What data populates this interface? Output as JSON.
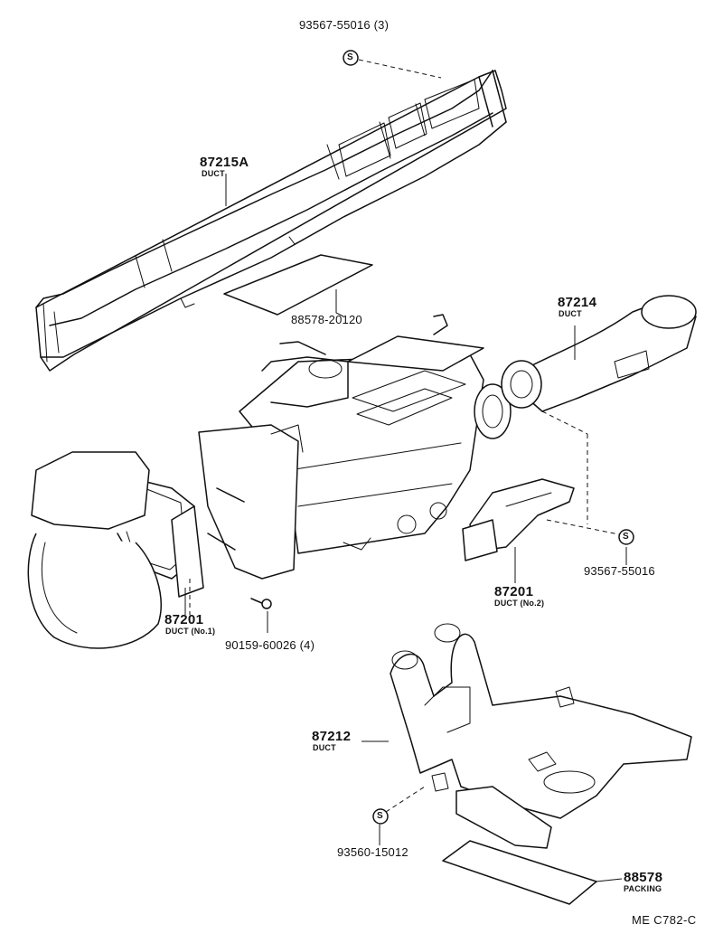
{
  "labels": {
    "screw_top": "93567-55016 (3)",
    "duct_87215a": "87215A",
    "duct_87215a_sub": "DUCT",
    "pad_88578_20120": "88578-20120",
    "duct_87214": "87214",
    "duct_87214_sub": "DUCT",
    "duct_87201_no2": "87201",
    "duct_87201_no2_sub": "DUCT (No.2)",
    "screw_right": "93567-55016",
    "duct_87201_no1": "87201",
    "duct_87201_no1_sub": "DUCT (No.1)",
    "bolt_90159": "90159-60026 (4)",
    "duct_87212": "87212",
    "duct_87212_sub": "DUCT",
    "screw_bottom": "93560-15012",
    "packing_88578": "88578",
    "packing_88578_sub": "PACKING",
    "figure_code": "ME C782-C"
  },
  "symbols": {
    "screw_symbol": "S"
  }
}
